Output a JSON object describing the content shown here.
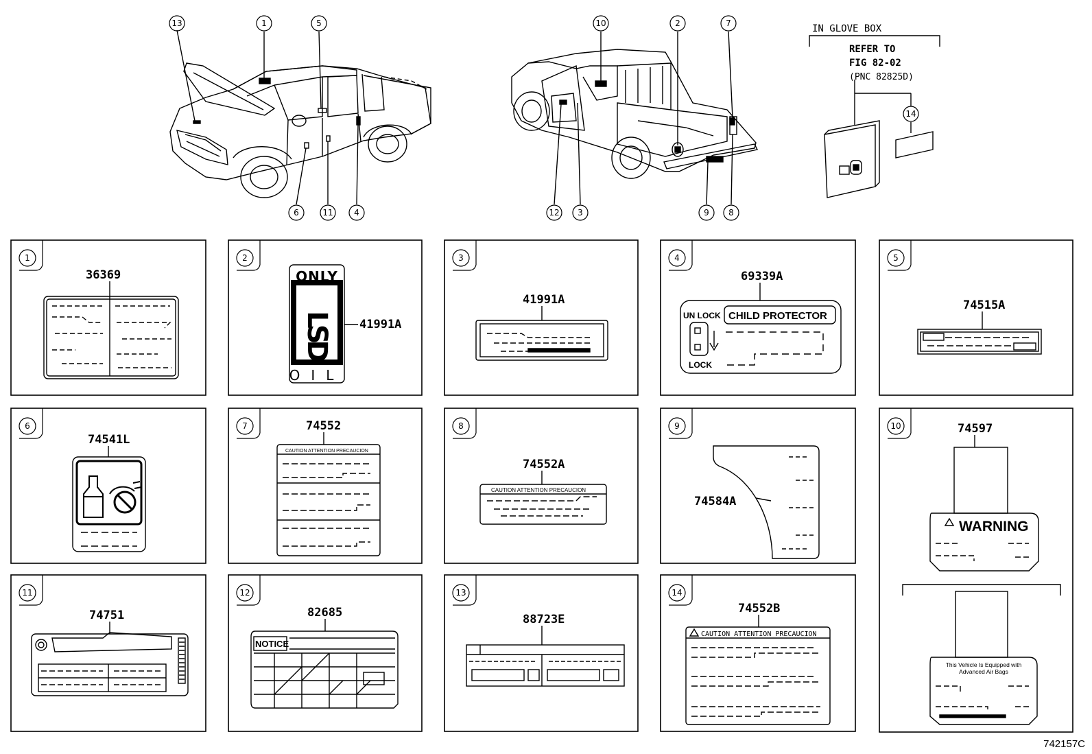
{
  "glove_box": {
    "title": "IN GLOVE BOX",
    "refer_line1": "REFER TO",
    "refer_line2": "FIG 82-02",
    "refer_line3": "(PNC 82825D)"
  },
  "callouts": [
    "1",
    "2",
    "3",
    "4",
    "5",
    "6",
    "7",
    "8",
    "9",
    "10",
    "11",
    "12",
    "13",
    "14"
  ],
  "panels": [
    {
      "index": "1",
      "part": "36369"
    },
    {
      "index": "2",
      "part": "41991A",
      "label_top": "ONLY",
      "label_mid": "LSD",
      "label_bottom": "OIL"
    },
    {
      "index": "3",
      "part": "41991A"
    },
    {
      "index": "4",
      "part": "69339A",
      "unlock": "UN LOCK",
      "title": "CHILD PROTECTOR",
      "lock": "LOCK"
    },
    {
      "index": "5",
      "part": "74515A"
    },
    {
      "index": "6",
      "part": "74541L"
    },
    {
      "index": "7",
      "part": "74552",
      "header": "CAUTION ATTENTION PRECAUCION"
    },
    {
      "index": "8",
      "part": "74552A",
      "header": "CAUTION ATTENTION PRECAUCION"
    },
    {
      "index": "9",
      "part": "74584A"
    },
    {
      "index": "10",
      "part": "74597",
      "warning": "WARNING",
      "airbag_line1": "This Vehicle Is Equipped with",
      "airbag_line2": "Advanced Air Bags"
    },
    {
      "index": "11",
      "part": "74751"
    },
    {
      "index": "12",
      "part": "82685",
      "notice": "NOTICE"
    },
    {
      "index": "13",
      "part": "88723E"
    },
    {
      "index": "14",
      "part": "74552B",
      "header": "CAUTION  ATTENTION  PRECAUCION"
    }
  ],
  "figure_code": "742157C"
}
